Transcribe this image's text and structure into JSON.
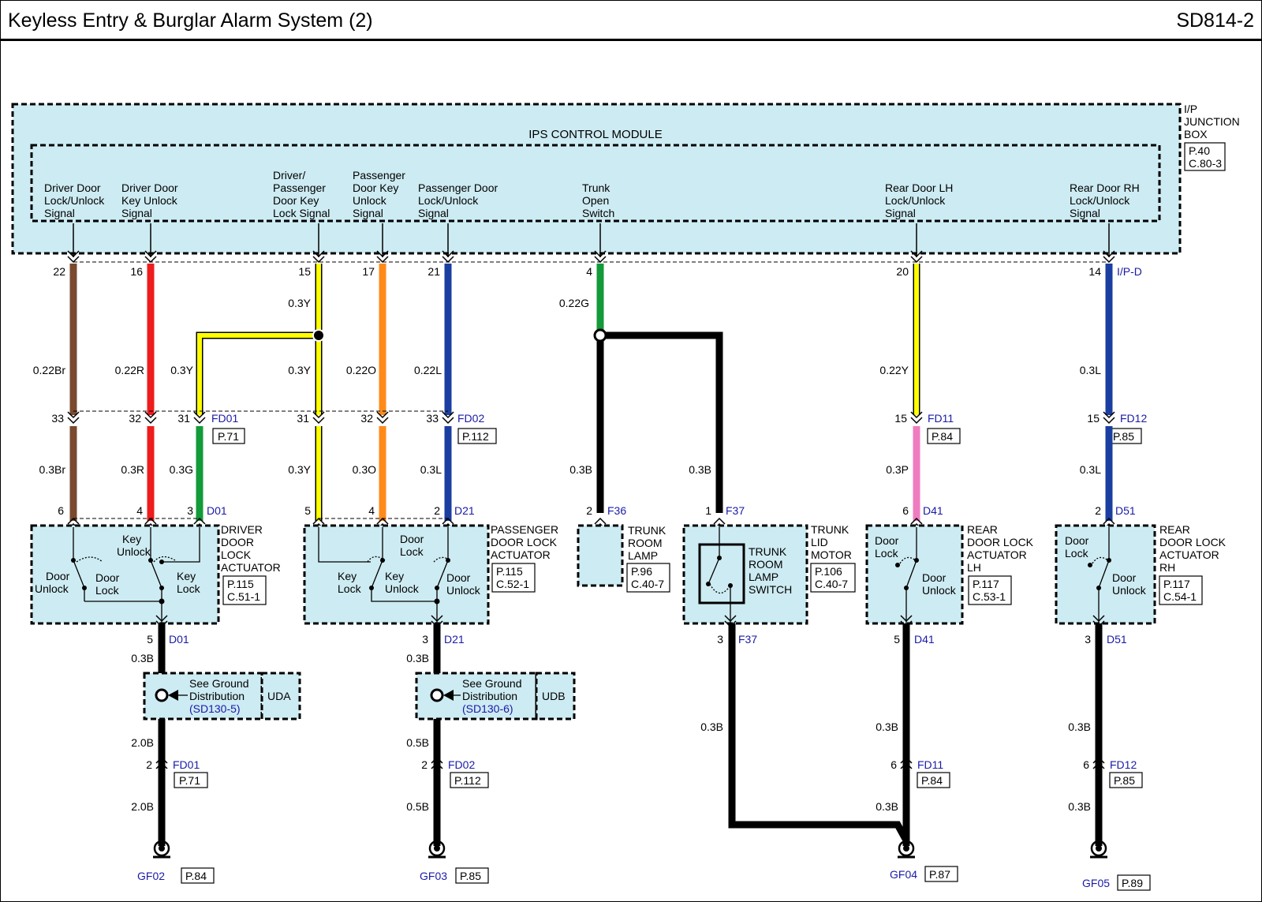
{
  "header": {
    "title": "Keyless Entry & Burglar Alarm System (2)",
    "code": "SD814-2"
  },
  "junction_box": {
    "label_lines": [
      "I/P",
      "JUNCTION",
      "BOX"
    ],
    "ref_lines": [
      "P.40",
      "C.80-3"
    ],
    "connector": "I/P-D"
  },
  "module": {
    "title": "IPS CONTROL MODULE",
    "signals": [
      {
        "lines": [
          "Driver Door",
          "Lock/Unlock",
          "Signal"
        ],
        "pin": "22",
        "wire": "0.22Br"
      },
      {
        "lines": [
          "Driver Door",
          "Key Unlock",
          "Signal"
        ],
        "pin": "16",
        "wire": "0.22R"
      },
      {
        "lines": [
          "Driver/",
          "Passenger",
          "Door Key",
          "Lock Signal"
        ],
        "pin": "15",
        "wire": "0.3Y"
      },
      {
        "lines": [
          "Passenger",
          "Door Key",
          "Unlock",
          "Signal"
        ],
        "pin": "17",
        "wire": "0.22O"
      },
      {
        "lines": [
          "Passenger Door",
          "Lock/Unlock",
          "Signal"
        ],
        "pin": "21",
        "wire": "0.22L"
      },
      {
        "lines": [
          "Trunk",
          "Open",
          "Switch"
        ],
        "pin": "4",
        "wire": "0.22G"
      },
      {
        "lines": [
          "Rear Door LH",
          "Lock/Unlock",
          "Signal"
        ],
        "pin": "20",
        "wire": "0.22Y"
      },
      {
        "lines": [
          "Rear Door RH",
          "Lock/Unlock",
          "Signal"
        ],
        "pin": "14",
        "wire": "0.3L"
      }
    ]
  },
  "wires": {
    "y_left_branch": "0.3Y",
    "y_right_upper": "0.3Y",
    "y_right_mid": "0.3Y",
    "fd_pins": [
      "33",
      "32",
      "31",
      "31",
      "32",
      "33",
      "15",
      "15"
    ],
    "lower": [
      "0.3Br",
      "0.3R",
      "0.3G",
      "0.3Y",
      "0.3O",
      "0.3L",
      "0.3B",
      "0.3B",
      "0.3P",
      "0.3L"
    ],
    "fd01": "FD01",
    "fd01_ref": "P.71",
    "fd02": "FD02",
    "fd02_ref": "P.112",
    "fd11": "FD11",
    "fd11_ref": "P.84",
    "fd12": "FD12",
    "fd12_ref": "P.85"
  },
  "components": {
    "driver_actuator": {
      "name_lines": [
        "DRIVER",
        "DOOR",
        "LOCK",
        "ACTUATOR"
      ],
      "ref_lines": [
        "P.115",
        "C.51-1"
      ],
      "conn": "D01",
      "pins": [
        "6",
        "4",
        "3"
      ],
      "ground_pin": "5",
      "labels": {
        "key_unlock": [
          "Key",
          "Unlock"
        ],
        "door_unlock": [
          "Door",
          "Unlock"
        ],
        "door_lock": [
          "Door",
          "Lock"
        ],
        "key_lock": [
          "Key",
          "Lock"
        ]
      }
    },
    "passenger_actuator": {
      "name_lines": [
        "PASSENGER",
        "DOOR LOCK",
        "ACTUATOR"
      ],
      "ref_lines": [
        "P.115",
        "C.52-1"
      ],
      "conn": "D21",
      "pins": [
        "5",
        "4",
        "2"
      ],
      "ground_pin": "3",
      "labels": {
        "door_lock": [
          "Door",
          "Lock"
        ],
        "key_lock": [
          "Key",
          "Lock"
        ],
        "key_unlock": [
          "Key",
          "Unlock"
        ],
        "door_unlock": [
          "Door",
          "Unlock"
        ]
      }
    },
    "trunk_room_lamp": {
      "name_lines": [
        "TRUNK",
        "ROOM",
        "LAMP"
      ],
      "ref_lines": [
        "P.96",
        "C.40-7"
      ],
      "conn": "F36",
      "pin": "2"
    },
    "trunk_lid_motor": {
      "name_lines": [
        "TRUNK",
        "LID",
        "MOTOR"
      ],
      "ref_lines": [
        "P.106",
        "C.40-7"
      ],
      "conn": "F37",
      "pin_in": "1",
      "pin_out": "3",
      "switch_lines": [
        "TRUNK",
        "ROOM",
        "LAMP",
        "SWITCH"
      ]
    },
    "rear_lh": {
      "name_lines": [
        "REAR",
        "DOOR LOCK",
        "ACTUATOR",
        "LH"
      ],
      "ref_lines": [
        "P.117",
        "C.53-1"
      ],
      "conn": "D41",
      "pin_in": "6",
      "pin_out": "5",
      "labels": {
        "door_lock": [
          "Door",
          "Lock"
        ],
        "door_unlock": [
          "Door",
          "Unlock"
        ]
      }
    },
    "rear_rh": {
      "name_lines": [
        "REAR",
        "DOOR LOCK",
        "ACTUATOR",
        "RH"
      ],
      "ref_lines": [
        "P.117",
        "C.54-1"
      ],
      "conn": "D51",
      "pin_in": "2",
      "pin_out": "3",
      "labels": {
        "door_lock": [
          "Door",
          "Lock"
        ],
        "door_unlock": [
          "Door",
          "Unlock"
        ]
      }
    }
  },
  "grounds": {
    "uda": {
      "lines": [
        "See Ground",
        "Distribution",
        "(SD130-5)"
      ],
      "tag": "UDA"
    },
    "udb": {
      "lines": [
        "See Ground",
        "Distribution",
        "(SD130-6)"
      ],
      "tag": "UDB"
    },
    "wire_labels": {
      "d01_top": "0.3B",
      "d01_mid": "2.0B",
      "d01_bot": "2.0B",
      "d21_top": "0.3B",
      "d21_mid": "0.5B",
      "d21_bot": "0.5B",
      "f37_mid": "0.3B",
      "d41_mid": "0.3B",
      "d41_bot": "0.3B",
      "d51_mid": "0.3B",
      "d51_bot": "0.3B"
    },
    "conn_pins": {
      "fd01": "2",
      "fd02": "2",
      "fd11": "6",
      "fd12": "6"
    },
    "points": [
      {
        "name": "GF02",
        "ref": "P.84"
      },
      {
        "name": "GF03",
        "ref": "P.85"
      },
      {
        "name": "GF04",
        "ref": "P.87"
      },
      {
        "name": "GF05",
        "ref": "P.89"
      }
    ]
  },
  "colors": {
    "panel": "#cdebf2",
    "brown": "#7a4a2e",
    "red": "#ee1c1c",
    "yellow": "#ffff00",
    "orange": "#ff8a1a",
    "blue": "#1b3fa0",
    "green": "#139a3a",
    "pink": "#f07cc0",
    "black": "#000000",
    "conn_blue": "#1a1aa8"
  }
}
